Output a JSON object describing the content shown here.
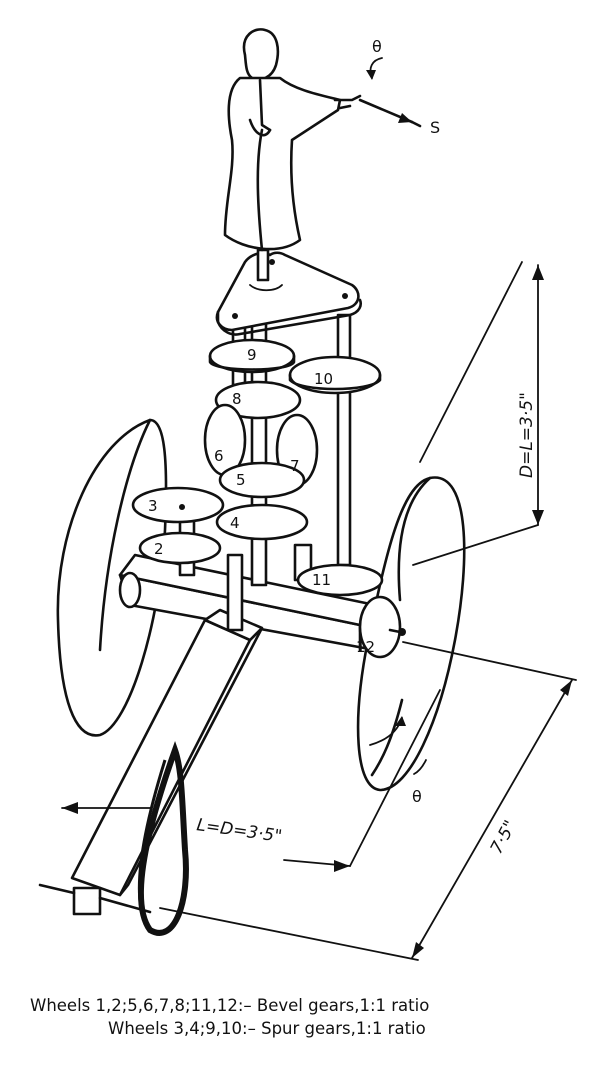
{
  "labels": {
    "theta_top": "θ",
    "south": "S",
    "theta_wheel": "θ",
    "dim_vertical": "D=L=3·5\"",
    "dim_axle": "L=D=3·5\"",
    "dim_track": "7·5\""
  },
  "gears": {
    "g2": "2",
    "g3": "3",
    "g4": "4",
    "g5": "5",
    "g6": "6",
    "g7": "7",
    "g8": "8",
    "g9": "9",
    "g10": "10",
    "g11": "11",
    "g12": "12"
  },
  "caption": {
    "line1": "Wheels 1,2;5,6,7,8;11,12:– Bevel gears,1:1 ratio",
    "line2": "Wheels 3,4;9,10:– Spur gears,1:1 ratio"
  }
}
